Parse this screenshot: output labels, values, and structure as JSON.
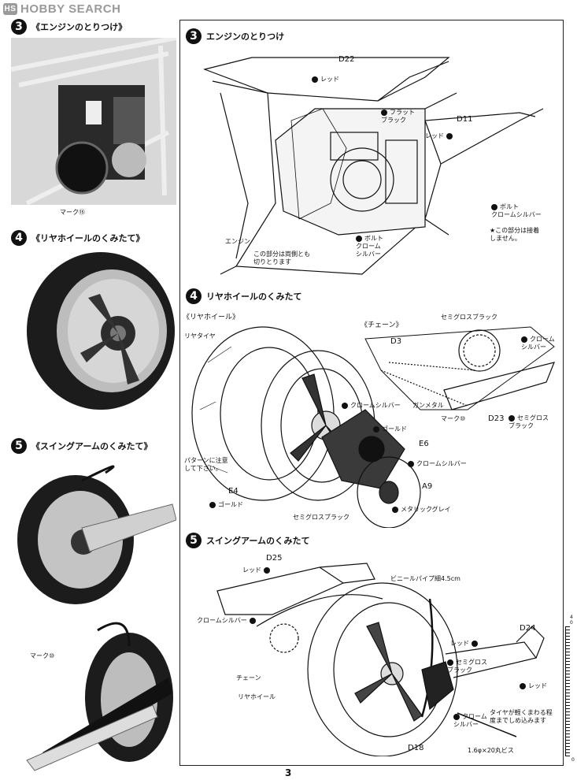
{
  "watermark": {
    "brand": "HOBBY SEARCH",
    "logo": "HS"
  },
  "page_number": "3",
  "left": {
    "s3": {
      "num": "3",
      "title": "《エンジンのとりつけ》",
      "caption": "マーク⑮"
    },
    "s4": {
      "num": "4",
      "title": "《リヤホイールのくみたて》"
    },
    "s5": {
      "num": "5",
      "title": "《スイングアームのくみたて》",
      "caption": "マーク⑩"
    }
  },
  "step3": {
    "num": "3",
    "title": "エンジンのとりつけ",
    "parts": {
      "d22": "D22",
      "d11": "D11"
    },
    "labels": {
      "red1": "レッド",
      "flat_black": "フラット\nブラック",
      "red2": "レッド",
      "bolt_chrome": "ボルト\nクロームシルバー",
      "note": "★この部分は接着\nしません。",
      "engine": "エンジン",
      "bolt_chrome2": "ボルト\nクローム\nシルバー",
      "both_sides": "この部分は両側とも\n切りとります"
    }
  },
  "step4": {
    "num": "4",
    "title": "リヤホイールのくみたて",
    "sub1": "《リヤホイール》",
    "sub2": "《チェーン》",
    "parts": {
      "d3": "D3",
      "e6": "E6",
      "a9": "A9",
      "e4": "E4",
      "d23": "D23"
    },
    "labels": {
      "tire": "リヤタイヤ",
      "semigloss1": "セミグロスブラック",
      "chrome1": "クローム\nシルバー",
      "chrome2": "クロームシルバー",
      "gunmetal": "ガンメタル",
      "gold1": "ゴールド",
      "mark10": "マーク⑩",
      "semigloss2": "セミグロス\nブラック",
      "pattern": "パターンに注意\nして下さい。",
      "chrome3": "クロームシルバー",
      "gold2": "ゴールド",
      "semigloss3": "セミグロスブラック",
      "metallic": "メタリックグレイ"
    }
  },
  "step5": {
    "num": "5",
    "title": "スイングアームのくみたて",
    "parts": {
      "d25": "D25",
      "d24": "D24",
      "d18": "D18"
    },
    "labels": {
      "red1": "レッド",
      "pipe": "ビニールパイプ細4.5cm",
      "chrome1": "クロームシルバー",
      "red2": "レッド",
      "chain": "チェーン",
      "wheel": "リヤホイール",
      "semigloss": "セミグロス\nブラック",
      "red3": "レッド",
      "note": "タイヤが軽くまわる程\n度までしめ込みます",
      "chrome2": "クローム\nシルバー",
      "screw": "1.6φ×20丸ビス"
    }
  },
  "ruler": {
    "top": "4\n0",
    "bottom": "0"
  }
}
